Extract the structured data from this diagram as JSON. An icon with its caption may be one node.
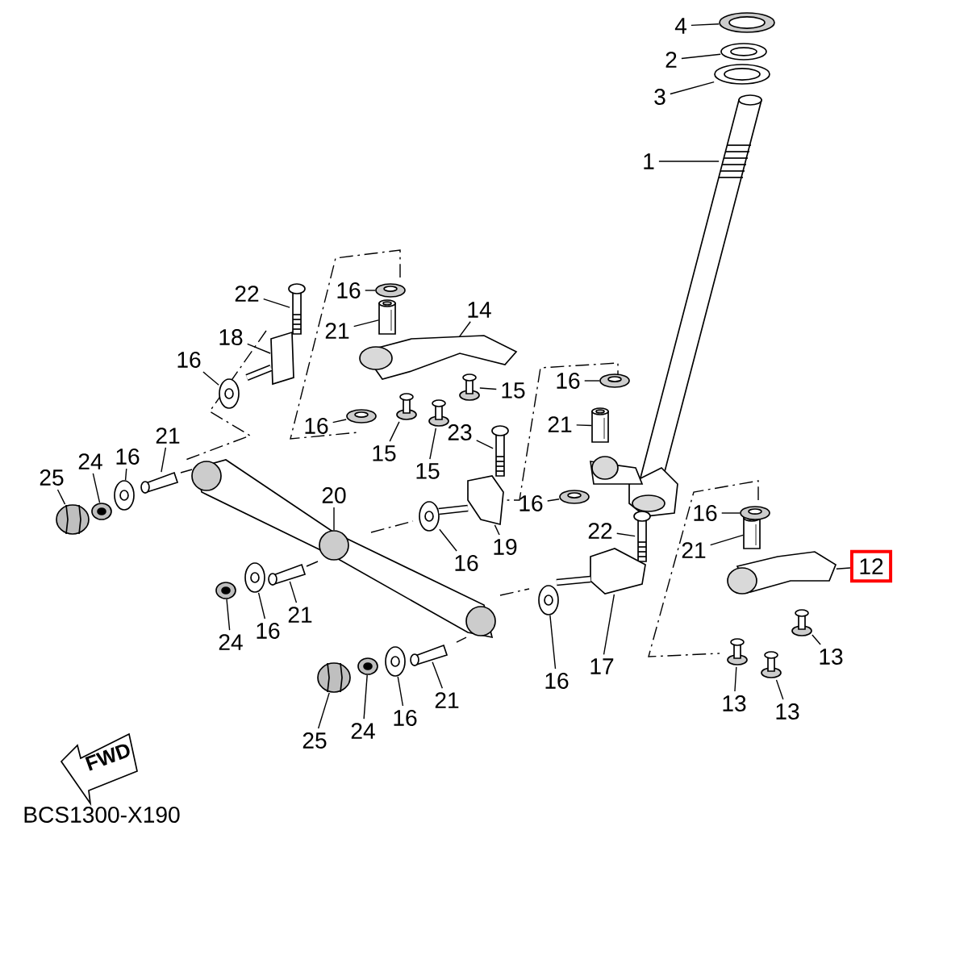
{
  "diagram": {
    "nodes": [
      {
        "text": [
          "4"
        ]
      },
      {
        "text": [
          "2"
        ]
      },
      {
        "text": [
          "3"
        ]
      },
      {
        "text": [
          "1"
        ]
      },
      {
        "text": [
          "22"
        ]
      },
      {
        "text": [
          "16"
        ]
      },
      {
        "text": [
          "14"
        ]
      },
      {
        "text": [
          "21"
        ]
      },
      {
        "text": [
          "18"
        ]
      },
      {
        "text": [
          "16"
        ]
      },
      {
        "text": [
          "15"
        ]
      },
      {
        "text": [
          "16"
        ]
      },
      {
        "text": [
          "16"
        ]
      },
      {
        "text": [
          "21"
        ]
      },
      {
        "text": [
          "15"
        ]
      },
      {
        "text": [
          "23"
        ]
      },
      {
        "text": [
          "15"
        ]
      },
      {
        "text": [
          "25"
        ]
      },
      {
        "text": [
          "24"
        ]
      },
      {
        "text": [
          "16"
        ]
      },
      {
        "text": [
          "21"
        ]
      },
      {
        "text": [
          "20"
        ]
      },
      {
        "text": [
          "16"
        ]
      },
      {
        "text": [
          "16"
        ]
      },
      {
        "text": [
          "22"
        ]
      },
      {
        "text": [
          "19"
        ]
      },
      {
        "text": [
          "21"
        ]
      },
      {
        "text": [
          "12"
        ]
      },
      {
        "text": [
          "24"
        ]
      },
      {
        "text": [
          "16"
        ]
      },
      {
        "text": [
          "21"
        ]
      },
      {
        "text": [
          "16"
        ]
      },
      {
        "text": [
          "13"
        ]
      },
      {
        "text": [
          "17"
        ]
      },
      {
        "text": [
          "16"
        ]
      },
      {
        "text": [
          "13"
        ]
      },
      {
        "text": [
          "13"
        ]
      },
      {
        "text": [
          "25"
        ]
      },
      {
        "text": [
          "24"
        ]
      },
      {
        "text": [
          "16"
        ]
      },
      {
        "text": [
          "21"
        ]
      },
      {
        "text": [],
        "shape": "picture"
      },
      {
        "text": [],
        "shape": "picture"
      },
      {
        "text": [],
        "shape": "picture"
      },
      {
        "text": [],
        "shape": "picture"
      },
      {
        "text": [],
        "shape": "picture"
      },
      {
        "text": [],
        "shape": "picture"
      },
      {
        "text": [],
        "shape": "picture"
      },
      {
        "text": [],
        "shape": "picture"
      },
      {
        "text": [],
        "shape": "picture"
      },
      {
        "text": [],
        "shape": "picture"
      },
      {
        "text": [],
        "shape": "picture"
      },
      {
        "text": [],
        "shape": "picture"
      },
      {
        "text": [],
        "shape": "picture"
      },
      {
        "text": [],
        "shape": "picture"
      },
      {
        "text": [],
        "shape": "picture"
      },
      {
        "text": [],
        "shape": "picture"
      },
      {
        "text": [],
        "shape": "picture"
      },
      {
        "text": [],
        "shape": "picture"
      },
      {
        "text": [],
        "shape": "picture"
      },
      {
        "text": [],
        "shape": "picture"
      },
      {
        "text": [],
        "shape": "picture"
      },
      {
        "text": [],
        "shape": "picture"
      },
      {
        "text": [],
        "shape": "picture"
      },
      {
        "text": [],
        "shape": "picture"
      },
      {
        "text": [],
        "shape": "picture"
      },
      {
        "text": [],
        "shape": "picture"
      },
      {
        "text": [],
        "shape": "picture"
      },
      {
        "text": [],
        "shape": "picture"
      },
      {
        "text": [],
        "shape": "picture"
      },
      {
        "text": [],
        "shape": "picture"
      },
      {
        "text": [],
        "shape": "picture"
      },
      {
        "text": [],
        "shape": "picture"
      },
      {
        "text": [],
        "shape": "picture"
      },
      {
        "text": [],
        "shape": "picture"
      },
      {
        "text": [],
        "shape": "picture"
      },
      {
        "text": [],
        "shape": "picture"
      },
      {
        "text": [],
        "shape": "picture"
      },
      {
        "text": [],
        "shape": "picture"
      },
      {
        "text": [],
        "shape": "picture"
      },
      {
        "text": [],
        "shape": "picture"
      },
      {
        "text": [],
        "shape": "picture"
      }
    ],
    "edges": [
      {
        "from": 0,
        "to": 41,
        "arrow": "none"
      },
      {
        "from": 1,
        "to": 42,
        "arrow": "none"
      },
      {
        "from": 2,
        "to": 43,
        "arrow": "none"
      },
      {
        "from": 3,
        "to": 44,
        "arrow": "none"
      },
      {
        "from": 4,
        "to": 45,
        "arrow": "none"
      },
      {
        "from": 5,
        "to": 46,
        "arrow": "none"
      },
      {
        "from": 6,
        "to": 47,
        "arrow": "none"
      },
      {
        "from": 7,
        "to": 48,
        "arrow": "none"
      },
      {
        "from": 8,
        "to": 49,
        "arrow": "none"
      },
      {
        "from": 9,
        "to": 50,
        "arrow": "none"
      },
      {
        "from": 10,
        "to": 51,
        "arrow": "none"
      },
      {
        "from": 11,
        "to": 52,
        "arrow": "none"
      },
      {
        "from": 12,
        "to": 53,
        "arrow": "none"
      },
      {
        "from": 13,
        "to": 54,
        "arrow": "none"
      },
      {
        "from": 14,
        "to": 55,
        "arrow": "none"
      },
      {
        "from": 15,
        "to": 56,
        "arrow": "none"
      },
      {
        "from": 16,
        "to": 57,
        "arrow": "none"
      },
      {
        "from": 17,
        "to": 58,
        "arrow": "none"
      },
      {
        "from": 18,
        "to": 59,
        "arrow": "none"
      },
      {
        "from": 19,
        "to": 60,
        "arrow": "none"
      },
      {
        "from": 20,
        "to": 61,
        "arrow": "none"
      },
      {
        "from": 21,
        "to": 62,
        "arrow": "none"
      },
      {
        "from": 22,
        "to": 63,
        "arrow": "none"
      },
      {
        "from": 23,
        "to": 64,
        "arrow": "none"
      },
      {
        "from": 24,
        "to": 65,
        "arrow": "none"
      },
      {
        "from": 25,
        "to": 66,
        "arrow": "none"
      },
      {
        "from": 26,
        "to": 67,
        "arrow": "none"
      },
      {
        "from": 27,
        "to": 68,
        "arrow": "none"
      },
      {
        "from": 28,
        "to": 69,
        "arrow": "none"
      },
      {
        "from": 29,
        "to": 70,
        "arrow": "none"
      },
      {
        "from": 30,
        "to": 71,
        "arrow": "none"
      },
      {
        "from": 31,
        "to": 72,
        "arrow": "none"
      },
      {
        "from": 32,
        "to": 73,
        "arrow": "none"
      },
      {
        "from": 33,
        "to": 74,
        "arrow": "none"
      },
      {
        "from": 34,
        "to": 75,
        "arrow": "none"
      },
      {
        "from": 35,
        "to": 76,
        "arrow": "none"
      },
      {
        "from": 36,
        "to": 77,
        "arrow": "none"
      },
      {
        "from": 37,
        "to": 78,
        "arrow": "none"
      },
      {
        "from": 38,
        "to": 79,
        "arrow": "none"
      },
      {
        "from": 39,
        "to": 80,
        "arrow": "none"
      },
      {
        "from": 40,
        "to": 81,
        "arrow": "none"
      }
    ],
    "labels": [
      "FWD",
      "BCS1300-X190"
    ]
  }
}
